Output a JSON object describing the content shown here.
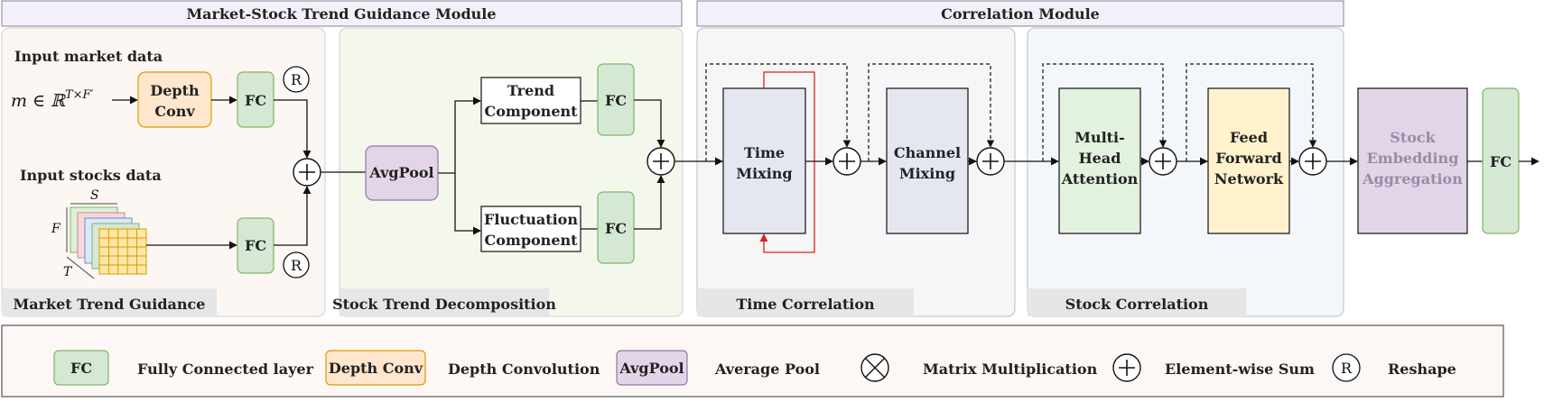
{
  "headers": {
    "market_module": "Market-Stock Trend Guidance Module",
    "correlation_module": "Correlation Module"
  },
  "panels": {
    "market_trend": "Market Trend Guidance",
    "stock_trend": "Stock Trend Decomposition",
    "time_correlation": "Time Correlation",
    "stock_correlation": "Stock Correlation"
  },
  "inputs": {
    "market_title": "Input market data",
    "market_formula_var": "m ∈ ℝ",
    "market_formula_sup": "T×F′",
    "stocks_title": "Input stocks data",
    "axis_s": "S",
    "axis_f": "F",
    "axis_t": "T"
  },
  "blocks": {
    "depth_conv": [
      "Depth",
      "Conv"
    ],
    "fc": "FC",
    "reshape": "R",
    "avgpool": "AvgPool",
    "trend": [
      "Trend",
      "Component"
    ],
    "fluct": [
      "Fluctuation",
      "Component"
    ],
    "time_mixing": [
      "Time",
      "Mixing"
    ],
    "channel_mixing": [
      "Channel",
      "Mixing"
    ],
    "mha": [
      "Multi-",
      "Head",
      "Attention"
    ],
    "ffn": [
      "Feed",
      "Forward",
      "Network"
    ],
    "aggregation": [
      "Stock",
      "Embedding",
      "Aggregation"
    ]
  },
  "legend": {
    "fc_box": "FC",
    "fc_text": "Fully Connected layer",
    "depth_box": "Depth Conv",
    "depth_text": "Depth Convolution",
    "avg_box": "AvgPool",
    "avg_text": "Average Pool",
    "matmul_text": "Matrix Multiplication",
    "sum_text": "Element-wise Sum",
    "reshape_text": "Reshape"
  },
  "colors": {
    "fc_fill": "#d5e8d4",
    "fc_stroke": "#82b366",
    "depth_fill": "#ffe6cc",
    "depth_stroke": "#d79b00",
    "avg_fill": "#e1d5e7",
    "avg_stroke": "#9673a6",
    "mixing_fill": "#e4e7f0",
    "ffn_fill": "#fff2cc",
    "ffn_stroke": "#d6b656"
  }
}
